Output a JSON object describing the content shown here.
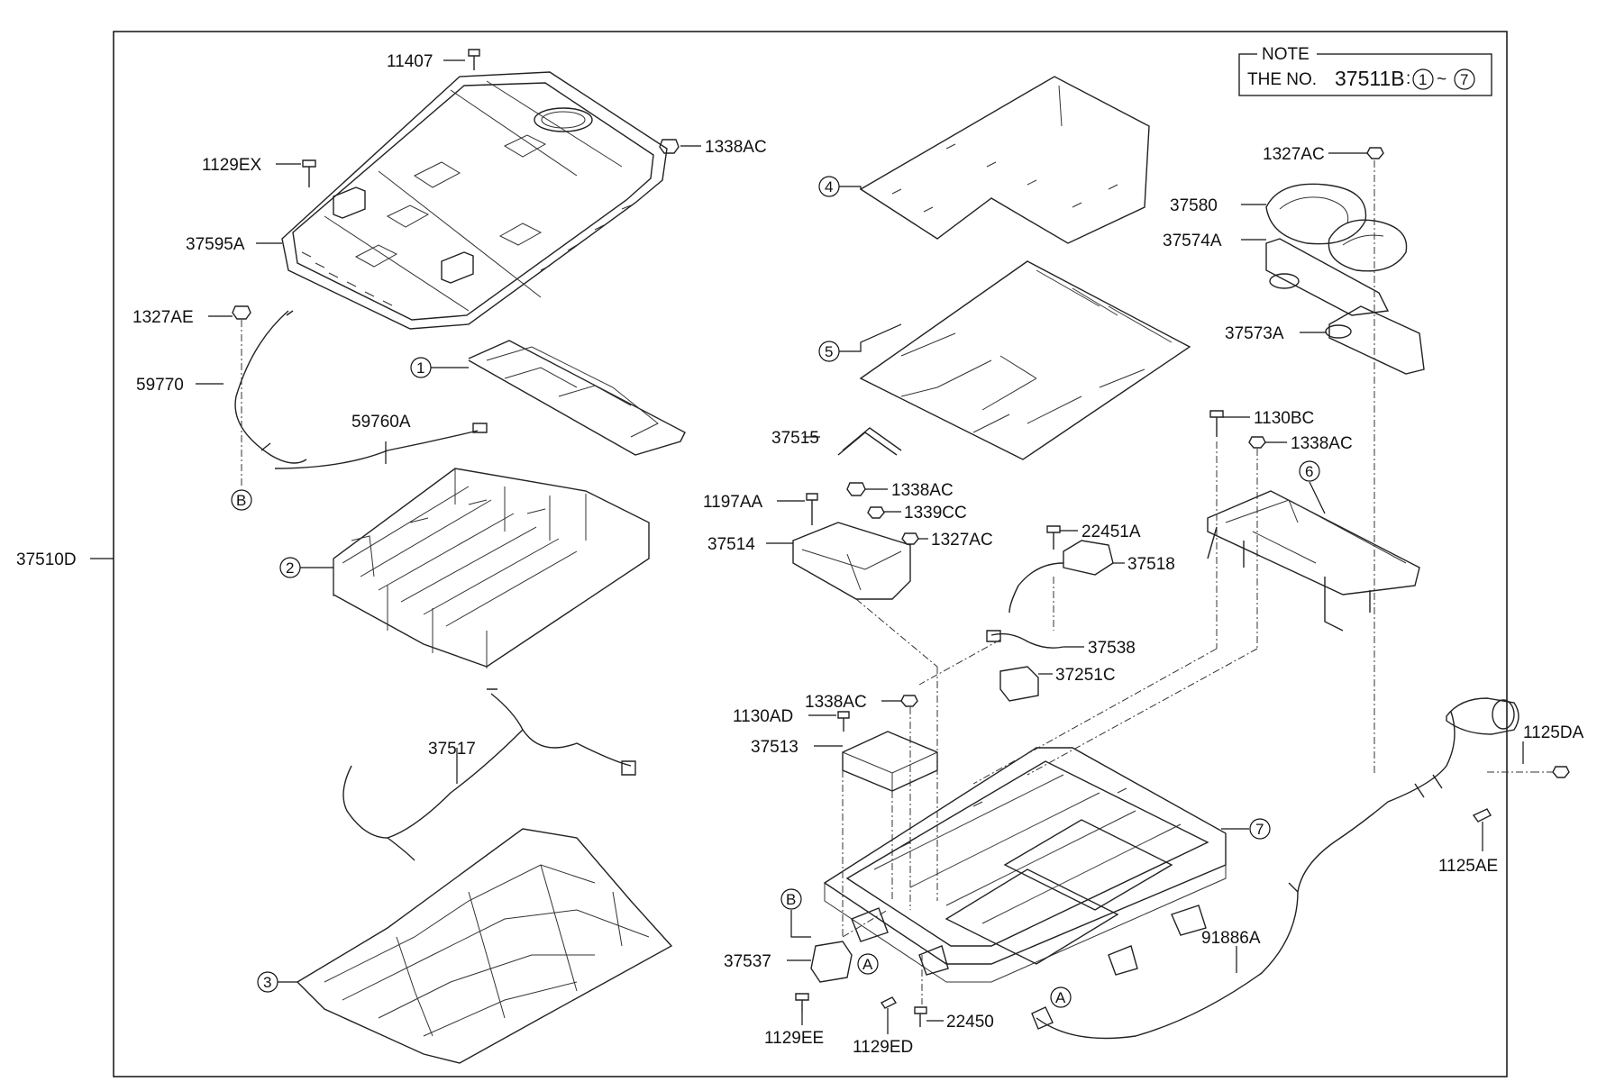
{
  "note": {
    "title": "NOTE",
    "prefix": "THE NO.",
    "part_number": "37511B",
    "colon": ":",
    "range_start": "1",
    "tilde": "~",
    "range_end": "7"
  },
  "part_labels": {
    "p11407": "11407",
    "p1129ex": "1129EX",
    "p1338ac_top": "1338AC",
    "p37595a": "37595A",
    "p1327ae": "1327AE",
    "p59770": "59770",
    "p59760a": "59760A",
    "p37510d": "37510D",
    "p37517": "37517",
    "p1327ac_top": "1327AC",
    "p37580": "37580",
    "p37574a": "37574A",
    "p37573a": "37573A",
    "p37515": "37515",
    "p1197aa": "1197AA",
    "p1338ac_mid": "1338AC",
    "p1339cc": "1339CC",
    "p1327ac_mid": "1327AC",
    "p37514": "37514",
    "p22451a": "22451A",
    "p37518": "37518",
    "p1130bc": "1130BC",
    "p1338ac_right": "1338AC",
    "p37538": "37538",
    "p37251c": "37251C",
    "p1338ac_low": "1338AC",
    "p1130ad": "1130AD",
    "p37513": "37513",
    "p1125da": "1125DA",
    "p1125ae": "1125AE",
    "p91886a": "91886A",
    "p37537": "37537",
    "p1129ee": "1129EE",
    "p1129ed": "1129ED",
    "p22450": "22450"
  },
  "callouts": {
    "c1": "1",
    "c2": "2",
    "c3": "3",
    "c4": "4",
    "c5": "5",
    "c6": "6",
    "c7": "7",
    "ref_a1": "A",
    "ref_a2": "A",
    "ref_b1": "B",
    "ref_b2": "B"
  }
}
